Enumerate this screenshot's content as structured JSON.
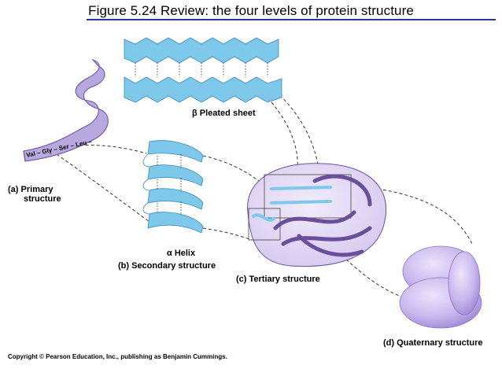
{
  "title": "Figure 5.24  Review: the four levels of protein structure",
  "labels": {
    "primary_letter": "(a)",
    "primary_line1": "Primary",
    "primary_line2": "structure",
    "pleated_sheet": "β Pleated sheet",
    "alpha_helix": "α Helix",
    "secondary": "(b) Secondary structure",
    "tertiary": "(c) Tertiary structure",
    "quaternary": "(d) Quaternary structure"
  },
  "sequence": [
    "Val",
    "Gly",
    "Ser",
    "Leu"
  ],
  "copyright": "Copyright © Pearson Education, Inc., publishing as Benjamin Cummings.",
  "colors": {
    "title_rule": "#1f3f8f",
    "ribbon": "#b8a8e0",
    "helix_blue": "#7ec8ec",
    "protein": "#c9b8ee",
    "protein_dark": "#6a4f9a"
  }
}
